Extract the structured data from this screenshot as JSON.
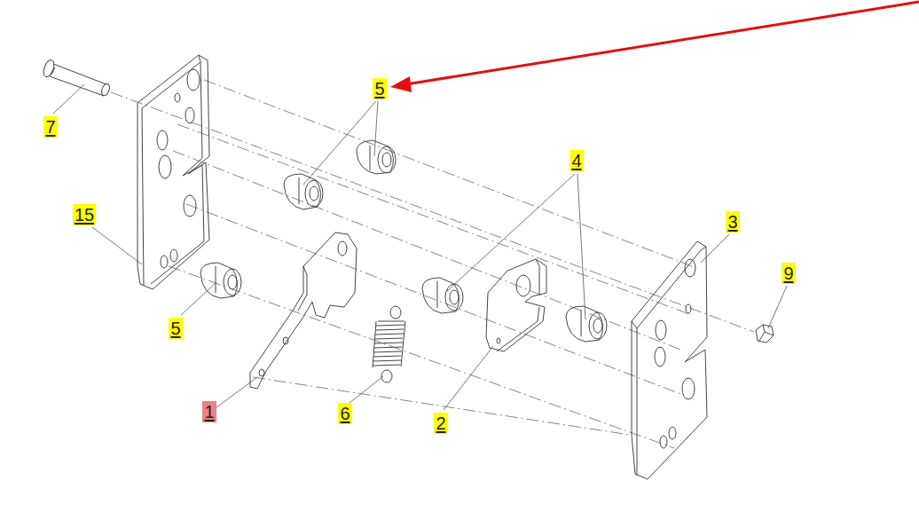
{
  "diagram": {
    "labels": [
      "5",
      "7",
      "4",
      "15",
      "3",
      "9",
      "5",
      "1",
      "6",
      "2"
    ]
  }
}
